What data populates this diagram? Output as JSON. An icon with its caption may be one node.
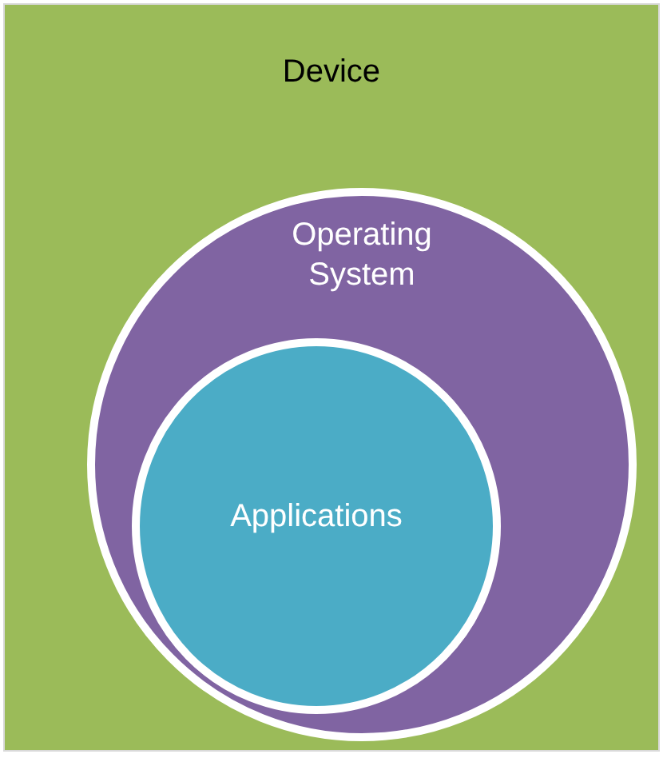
{
  "diagram": {
    "nodes": [
      {
        "text": [
          "Device"
        ]
      },
      {
        "text": [
          "Operating System"
        ],
        "in": 0
      },
      {
        "text": [
          "Applications"
        ],
        "in": 1
      }
    ]
  }
}
